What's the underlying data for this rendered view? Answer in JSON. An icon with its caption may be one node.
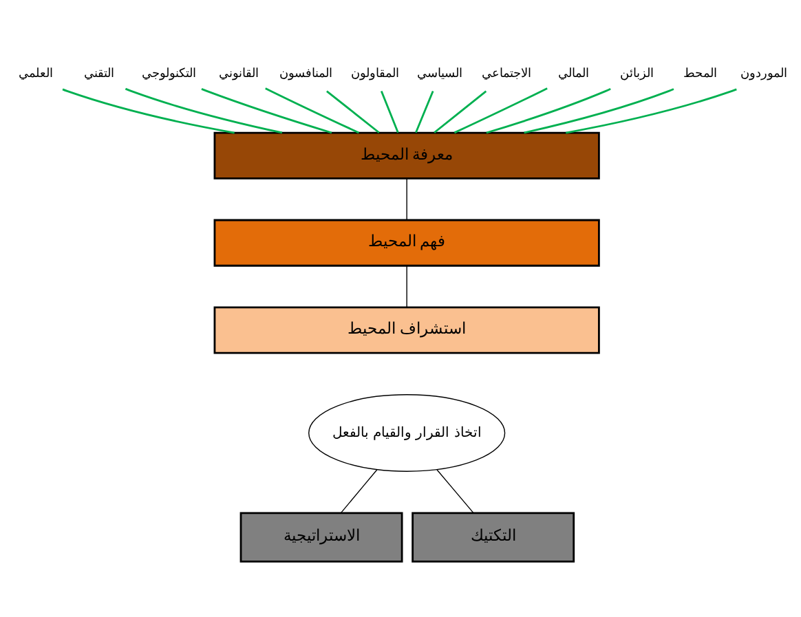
{
  "diagram": {
    "nodes": [
      {
        "text": [
          "السياسي"
        ]
      },
      {
        "text": [
          "الاجتماعي"
        ]
      },
      {
        "text": [
          "المالي"
        ]
      },
      {
        "text": [
          "الزبائن"
        ]
      },
      {
        "text": [
          "المحط"
        ]
      },
      {
        "text": [
          "الموردون"
        ]
      },
      {
        "text": [
          "العلمي"
        ]
      },
      {
        "text": [
          "التقني"
        ]
      },
      {
        "text": [
          "التكنولوجي"
        ]
      },
      {
        "text": [
          "القانوني"
        ]
      },
      {
        "text": [
          "المنافسون"
        ]
      },
      {
        "text": [
          "المقاولون"
        ]
      },
      {
        "text": [
          "معرفة المحيط"
        ]
      },
      {
        "text": [
          "فهم المحيط"
        ]
      },
      {
        "text": [
          "استشراف المحيط"
        ]
      },
      {
        "text": [
          "اتخاذ القرار والقيام بالفعل"
        ]
      },
      {
        "text": [
          "الاستراتيجية"
        ]
      },
      {
        "text": [
          "التكتيك"
        ]
      }
    ],
    "edges": [
      {
        "from": 0,
        "to": 12,
        "arrow": "none"
      },
      {
        "from": 1,
        "to": 12,
        "arrow": "none"
      },
      {
        "from": 2,
        "to": 12,
        "arrow": "none"
      },
      {
        "from": 3,
        "to": 12,
        "arrow": "none"
      },
      {
        "from": 4,
        "to": 12,
        "arrow": "none"
      },
      {
        "from": 5,
        "to": 12,
        "arrow": "none"
      },
      {
        "from": 6,
        "to": 12,
        "arrow": "none"
      },
      {
        "from": 7,
        "to": 12,
        "arrow": "none"
      },
      {
        "from": 8,
        "to": 12,
        "arrow": "none"
      },
      {
        "from": 9,
        "to": 12,
        "arrow": "none"
      },
      {
        "from": 10,
        "to": 12,
        "arrow": "none"
      },
      {
        "from": 11,
        "to": 12,
        "arrow": "none"
      },
      {
        "from": 12,
        "to": 13,
        "arrow": "none",
        "color": "#000000"
      },
      {
        "from": 13,
        "to": 14,
        "arrow": "none",
        "color": "#000000"
      },
      {
        "from": 15,
        "to": 16,
        "arrow": "none",
        "color": "#000000"
      },
      {
        "from": 15,
        "to": 17,
        "arrow": "none",
        "color": "#000000"
      }
    ]
  }
}
